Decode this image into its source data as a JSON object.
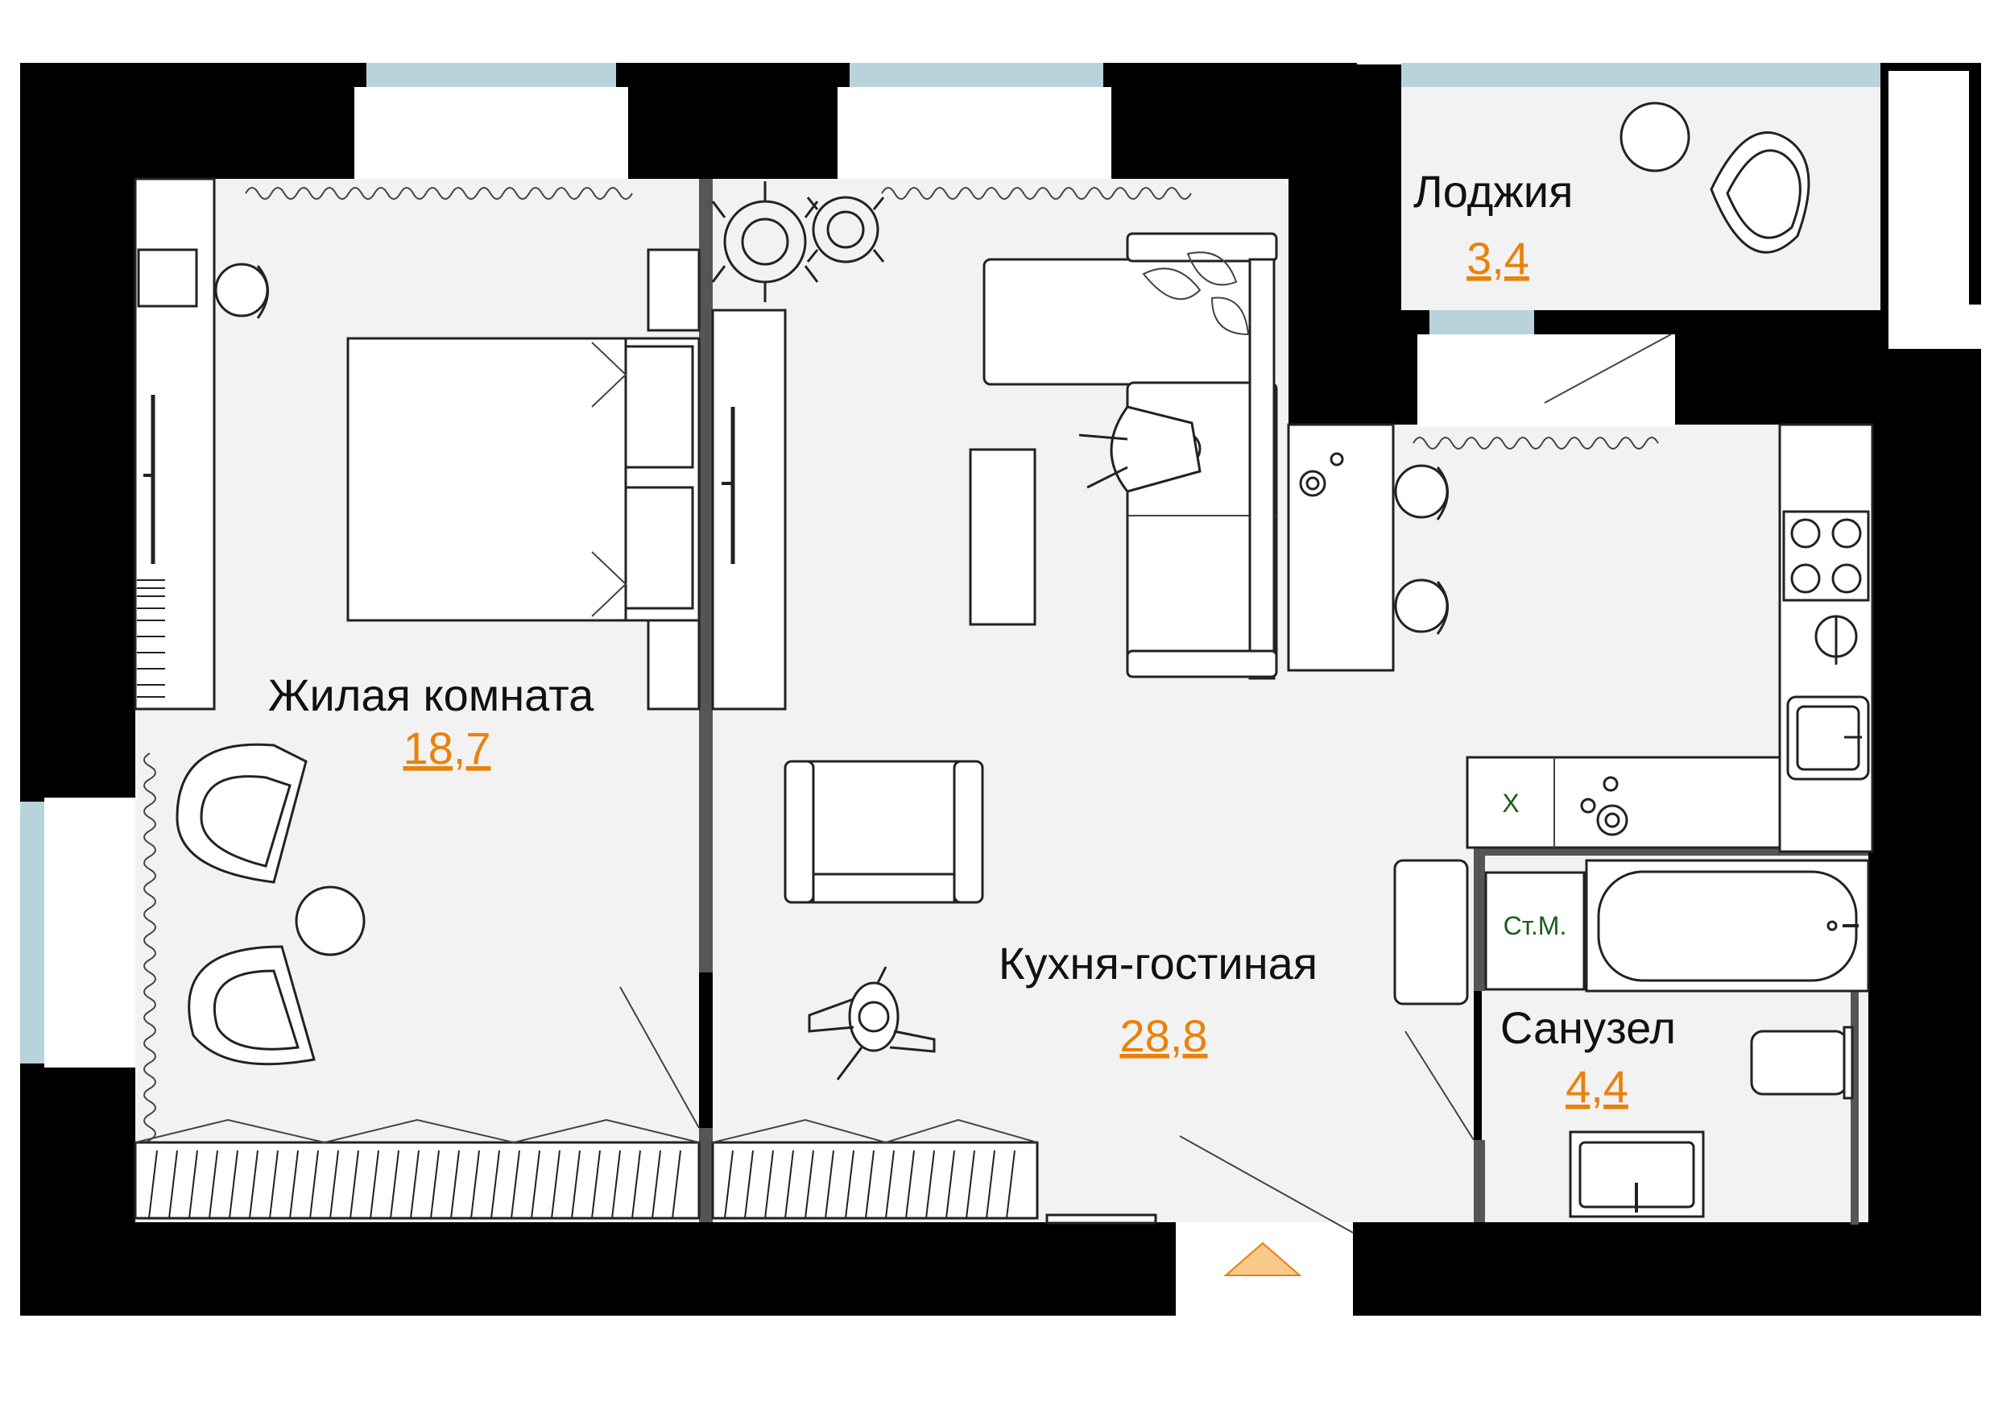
{
  "colors": {
    "wall": "#000000",
    "floor": "#f2f2f2",
    "window": "#b9d3dd",
    "area_text": "#e8820c",
    "entrance_marker": "#f9c98b"
  },
  "rooms": {
    "bedroom": {
      "name": "Жилая комната",
      "area": "18,7"
    },
    "kitchen_living": {
      "name": "Кухня-гостиная",
      "area": "28,8"
    },
    "loggia": {
      "name": "Лоджия",
      "area": "3,4"
    },
    "bathroom": {
      "name": "Санузел",
      "area": "4,4"
    }
  },
  "appliances": {
    "fridge": "Х",
    "washing_machine": "Ст.М."
  },
  "icons": [
    "entrance-arrow-icon",
    "bed-icon",
    "sofa-icon",
    "armchair-icon",
    "bathtub-icon",
    "toilet-icon",
    "sink-icon",
    "stove-icon",
    "plant-icon",
    "person-icon",
    "tv-icon",
    "desk-icon",
    "wardrobe-icon",
    "curtain-icon"
  ]
}
